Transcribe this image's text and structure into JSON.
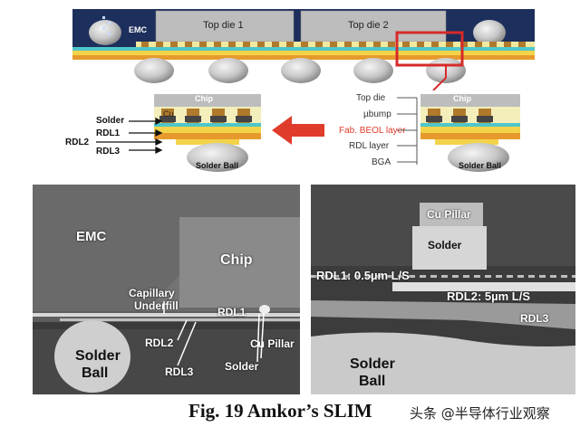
{
  "top_diagram": {
    "emc": "EMC",
    "top_die_1": "Top die 1",
    "top_die_2": "Top die 2"
  },
  "left_cross": {
    "chip": "Chip",
    "cu": "Cu",
    "solder": "Solder",
    "rdl1": "RDL1",
    "rdl2": "RDL2",
    "rdl3": "RDL3",
    "solder_ball": "Solder Ball"
  },
  "right_cross": {
    "chip": "Chip",
    "solder_ball": "Solder Ball",
    "layers": [
      "Top die",
      "µbump",
      "Fab. BEOL layer",
      "RDL layer",
      "BGA"
    ]
  },
  "sem_left": {
    "emc": "EMC",
    "chip": "Chip",
    "capillary_underfill_1": "Capillary",
    "capillary_underfill_2": "Underfill",
    "rdl1": "RDL1",
    "rdl2": "RDL2",
    "rdl3": "RDL3",
    "solder_ball_1": "Solder",
    "solder_ball_2": "Ball",
    "cu_pillar": "Cu Pillar",
    "solder": "Solder"
  },
  "sem_right": {
    "cu_pillar": "Cu Pillar",
    "solder": "Solder",
    "rdl1": "RDL1: 0.5µm L/S",
    "rdl2": "RDL2: 5µm L/S",
    "rdl3": "RDL3",
    "solder_ball_1": "Solder",
    "solder_ball_2": "Ball"
  },
  "caption": "Fig. 19 Amkor’s SLIM",
  "watermark": "头条 @半导体行业观察",
  "colors": {
    "layer_red": "#e03c2c",
    "arrow_red": "#e03c2c",
    "highlight_box": "#d62a2a"
  }
}
